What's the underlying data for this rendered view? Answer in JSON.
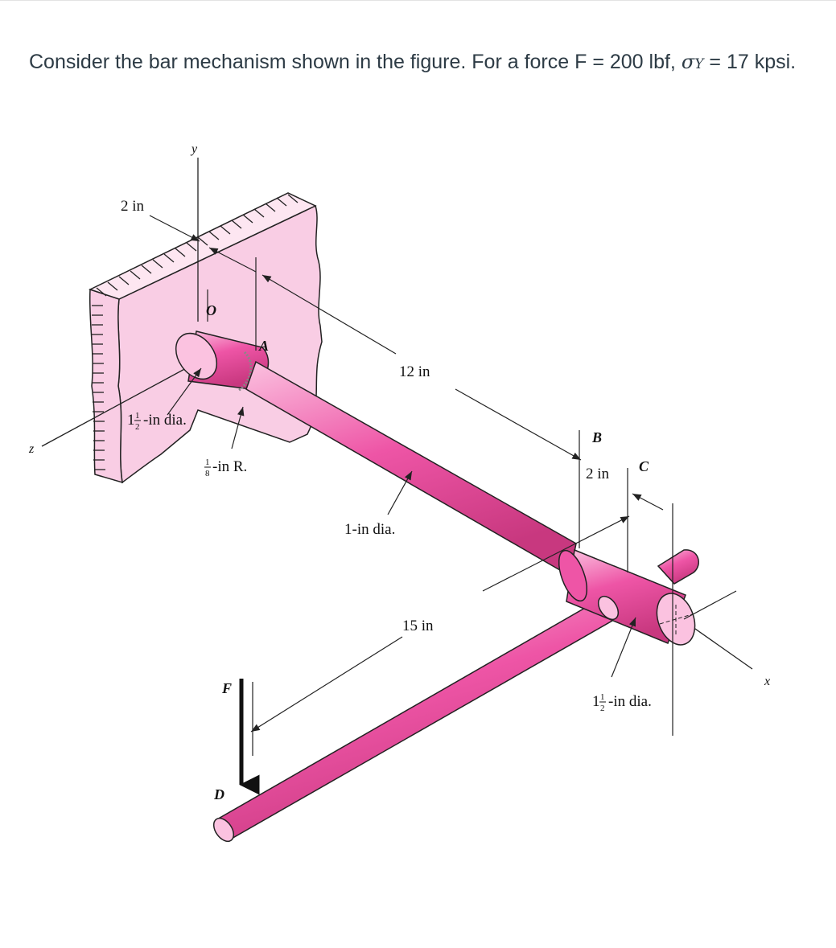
{
  "problem": {
    "text_before": "Consider the bar mechanism shown in the figure. For a force F = 200 lbf,",
    "sigma_symbol": "σ",
    "sigma_subscript": "Y",
    "text_after": "= 17 kpsi."
  },
  "figure": {
    "labels": {
      "dim_2in_top": "2 in",
      "point_O": "O",
      "point_A": "A",
      "dim_12in": "12 in",
      "point_B": "B",
      "dim_2in_bc": "2 in",
      "point_C": "C",
      "dia_wall_whole": "1",
      "dia_wall_num": "1",
      "dia_wall_den": "2",
      "dia_wall_text": "-in dia.",
      "fillet_num": "1",
      "fillet_den": "8",
      "fillet_text": "-in R.",
      "dia_1in": "1-in dia.",
      "dim_15in": "15 in",
      "force_F": "F",
      "point_D": "D",
      "dia_c_whole": "1",
      "dia_c_num": "1",
      "dia_c_den": "2",
      "dia_c_text": "-in dia."
    },
    "axes": {
      "x": "x",
      "y": "y",
      "z": "z"
    },
    "colors": {
      "wall_fill": "#f9cde4",
      "bar_main": "#ee55a6",
      "bar_light": "#fbc2e0",
      "bar_dark": "#c8387f",
      "line": "#222222"
    }
  }
}
